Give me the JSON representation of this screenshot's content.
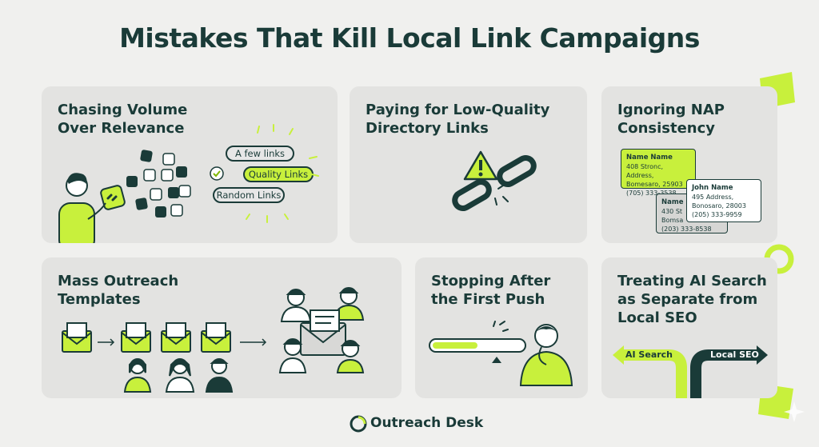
{
  "title": "Mistakes That Kill Local Link Campaigns",
  "cards": [
    {
      "title": "Chasing Volume\nOver Relevance",
      "pills": [
        "A few links",
        "Quality Links",
        "Random Links"
      ]
    },
    {
      "title": "Paying for Low-Quality\nDirectory Links"
    },
    {
      "title": "Ignoring NAP\nConsistency",
      "nap_cards": [
        {
          "name": "Name Name",
          "address": "408 Stronc, Address,\nBomesaro, 25903",
          "phone": "(705) 333-3538"
        },
        {
          "name": "Name H",
          "address": "430 St\nBomsa",
          "phone": "(203) 333-8538"
        },
        {
          "name": "John Name",
          "address": "495 Address,\nBonosaro, 28003",
          "phone": "(205) 333-9959"
        }
      ]
    },
    {
      "title": "Mass Outreach\nTemplates"
    },
    {
      "title": "Stopping After\nthe First Push"
    },
    {
      "title": "Treating AI Search\nas Separate from\nLocal SEO",
      "signs": [
        "AI Search",
        "Local SEO"
      ]
    }
  ],
  "brand": "Outreach Desk",
  "colors": {
    "accent": "#c8f03c",
    "dark": "#1a3b38",
    "card": "#e3e3e1",
    "background": "#f0f0ee"
  }
}
